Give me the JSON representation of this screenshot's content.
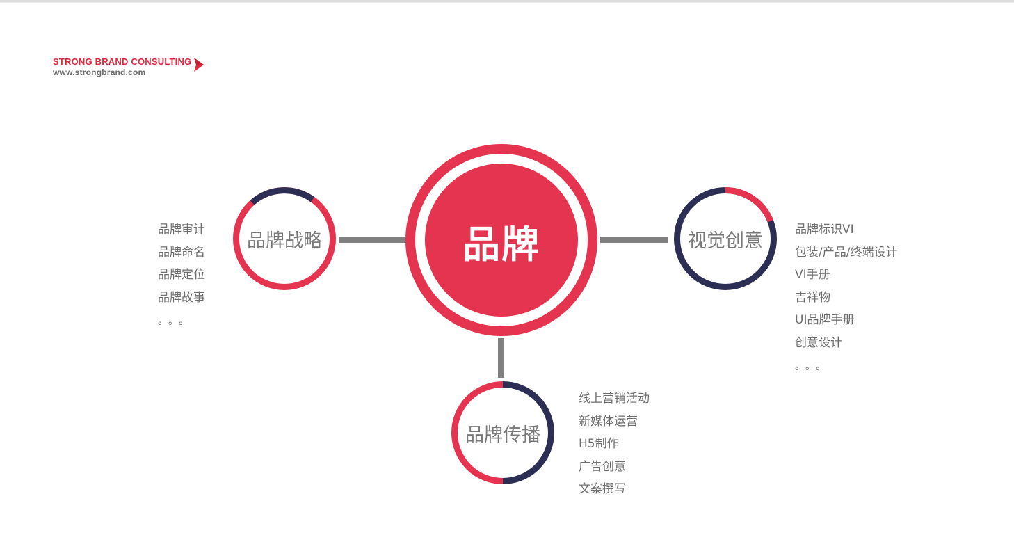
{
  "header": {
    "brand_name": "STRONG BRAND CONSULTING",
    "brand_url": "www.strongbrand.com",
    "chevron_icon": "chevron-right-icon"
  },
  "colors": {
    "accent_red": "#e5344f",
    "navy": "#2c2e54",
    "connector_gray": "#808080",
    "text_gray": "#6e6e6e"
  },
  "center": {
    "label": "品牌"
  },
  "nodes": {
    "strategy": {
      "label": "品牌战略",
      "items": [
        "品牌审计",
        "品牌命名",
        "品牌定位",
        "品牌故事"
      ],
      "more": "。。。"
    },
    "visual": {
      "label": "视觉创意",
      "items": [
        "品牌标识VI",
        "包装/产品/终端设计",
        "VI手册",
        "吉祥物",
        "UI品牌手册",
        "创意设计"
      ],
      "more": "。。。"
    },
    "communication": {
      "label": "品牌传播",
      "items": [
        "线上营销活动",
        "新媒体运营",
        "H5制作",
        "广告创意",
        "文案撰写"
      ]
    }
  }
}
